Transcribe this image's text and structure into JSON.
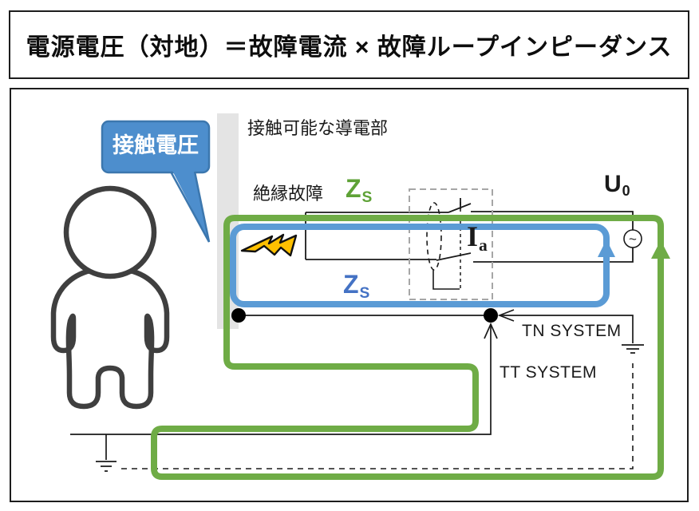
{
  "title": "電源電圧（対地）＝故障電流 × 故障ループインピーダンス",
  "diagram": {
    "touch_voltage_label": "接触電圧",
    "conductive_part_label": "接触可能な導電部",
    "insulation_fault_label": "絶縁故障",
    "loop_impedance_green": {
      "base": "Z",
      "sub": "S"
    },
    "loop_impedance_blue": {
      "base": "Z",
      "sub": "S"
    },
    "source_voltage": {
      "base": "U",
      "sub": "0"
    },
    "operating_current": {
      "base": "I",
      "sub": "a"
    },
    "tn_system_label": "TN SYSTEM",
    "tt_system_label": "TT SYSTEM",
    "ac_source_symbol": "~"
  },
  "colors": {
    "loop_green": "#6fac46",
    "loop_blue": "#5b9bd5",
    "bubble_fill": "#4d8ecd",
    "bubble_border": "#3c77ae",
    "lightning": "#ffc000",
    "wall_gray": "#e4e4e4",
    "breaker_box_gray": "#a6a6a6",
    "figure_outline": "#3f3f3f"
  }
}
